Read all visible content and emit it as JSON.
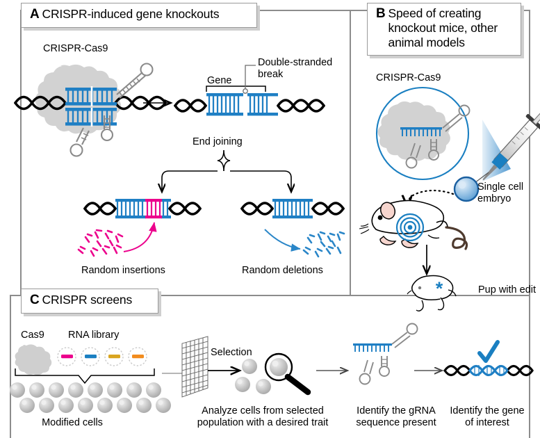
{
  "figure": {
    "title": "CRISPR gene-editing applications schematic",
    "colors": {
      "dna_blue": "#1f7fc4",
      "insertion_magenta": "#ec008c",
      "deletion_blue": "#2a86c8",
      "cas9_gray": "#cfcfcf",
      "plaque_border": "#9a9a9a",
      "plaque_shadow": "#cfcfcf",
      "panel_divider": "#8c8c8c",
      "gold": "#d9a520",
      "orange": "#f28c1e",
      "checkmark_blue": "#1a7fc1",
      "black": "#000000"
    }
  },
  "panels": {
    "a": {
      "letter": "A",
      "title": "CRISPR-induced gene knockouts",
      "labels": {
        "cas9": "CRISPR-Cas9",
        "gene": "Gene",
        "dsb": "Double-stranded\nbreak",
        "end_joining": "End joining",
        "insertions": "Random insertions",
        "deletions": "Random deletions"
      }
    },
    "b": {
      "letter": "B",
      "title": "Speed of creating\nknockout mice, other\nanimal models",
      "labels": {
        "cas9": "CRISPR-Cas9",
        "embryo": "Single cell\nembryo",
        "pup": "Pup with edit"
      }
    },
    "c": {
      "letter": "C",
      "title": "CRISPR screens",
      "labels": {
        "cas9": "Cas9",
        "rna_library": "RNA library",
        "modified_cells": "Modified cells",
        "selection": "Selection",
        "analyze": "Analyze cells from selected\npopulation with a desired trait",
        "identify_grna": "Identify the gRNA\nsequence present",
        "identify_gene": "Identify the gene\nof interest"
      },
      "rna_library_plasmids": [
        {
          "name": "plasmid-magenta",
          "color": "#ec008c"
        },
        {
          "name": "plasmid-blue",
          "color": "#1a7fc1"
        },
        {
          "name": "plasmid-gold",
          "color": "#d9a520"
        },
        {
          "name": "plasmid-orange",
          "color": "#f28c1e"
        }
      ],
      "modified_cells_rows": [
        8,
        8
      ]
    }
  }
}
